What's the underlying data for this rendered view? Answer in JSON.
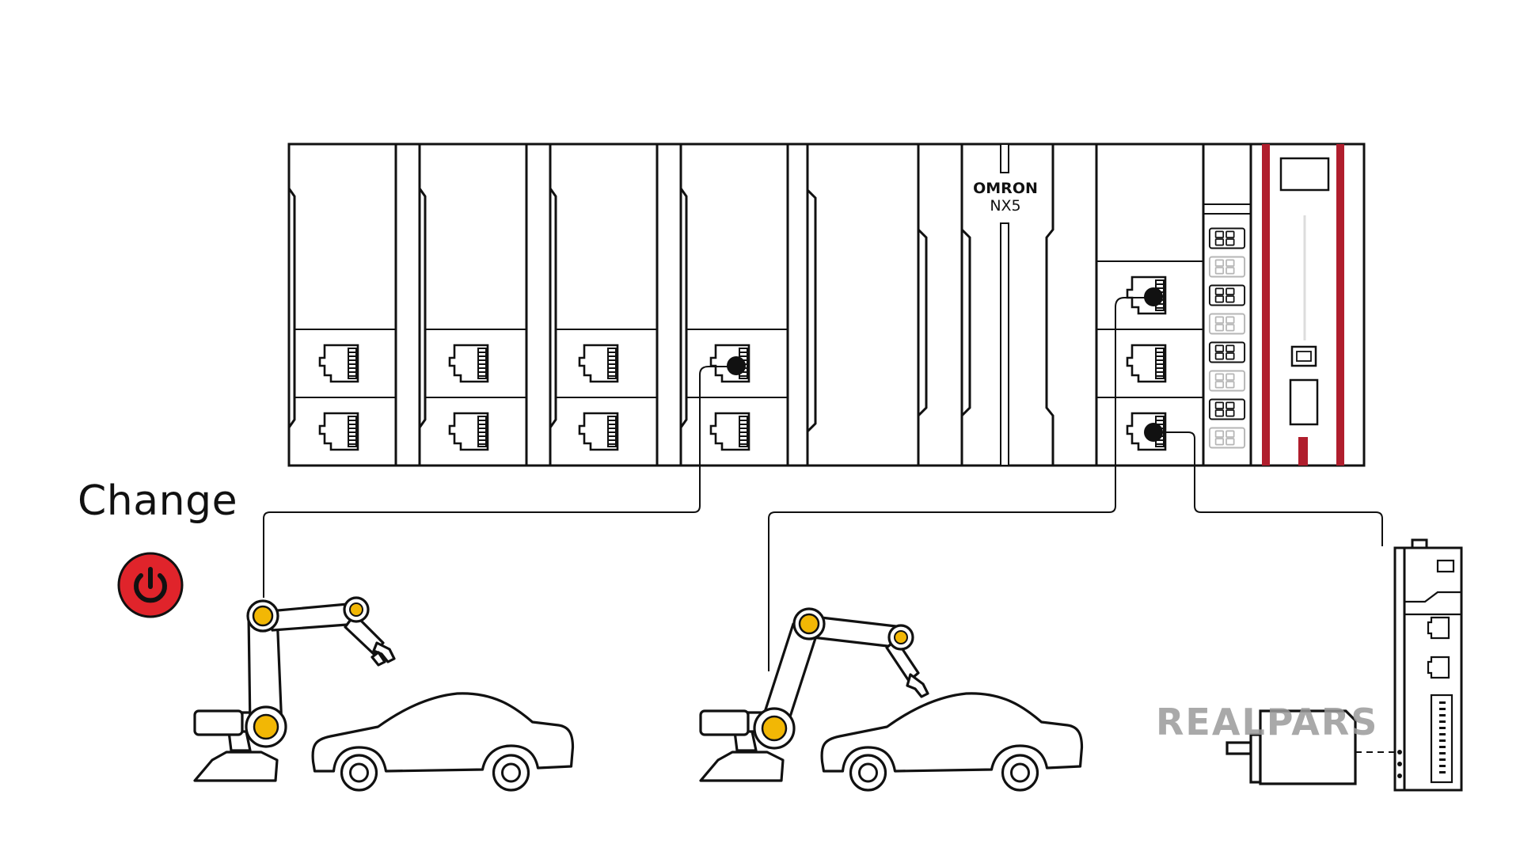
{
  "title": "Change",
  "power_button": {
    "icon": "power-icon",
    "color": "#E0242B"
  },
  "plc": {
    "brand": "OMRON",
    "model": "NX5",
    "accent": "#B01E2D",
    "highlight": "#F2B705"
  },
  "watermark": "REALPARS",
  "icons": [
    "rj45-port-icon",
    "power-icon",
    "robot-arm-icon",
    "car-icon",
    "servo-motor-icon",
    "servo-drive-icon"
  ]
}
